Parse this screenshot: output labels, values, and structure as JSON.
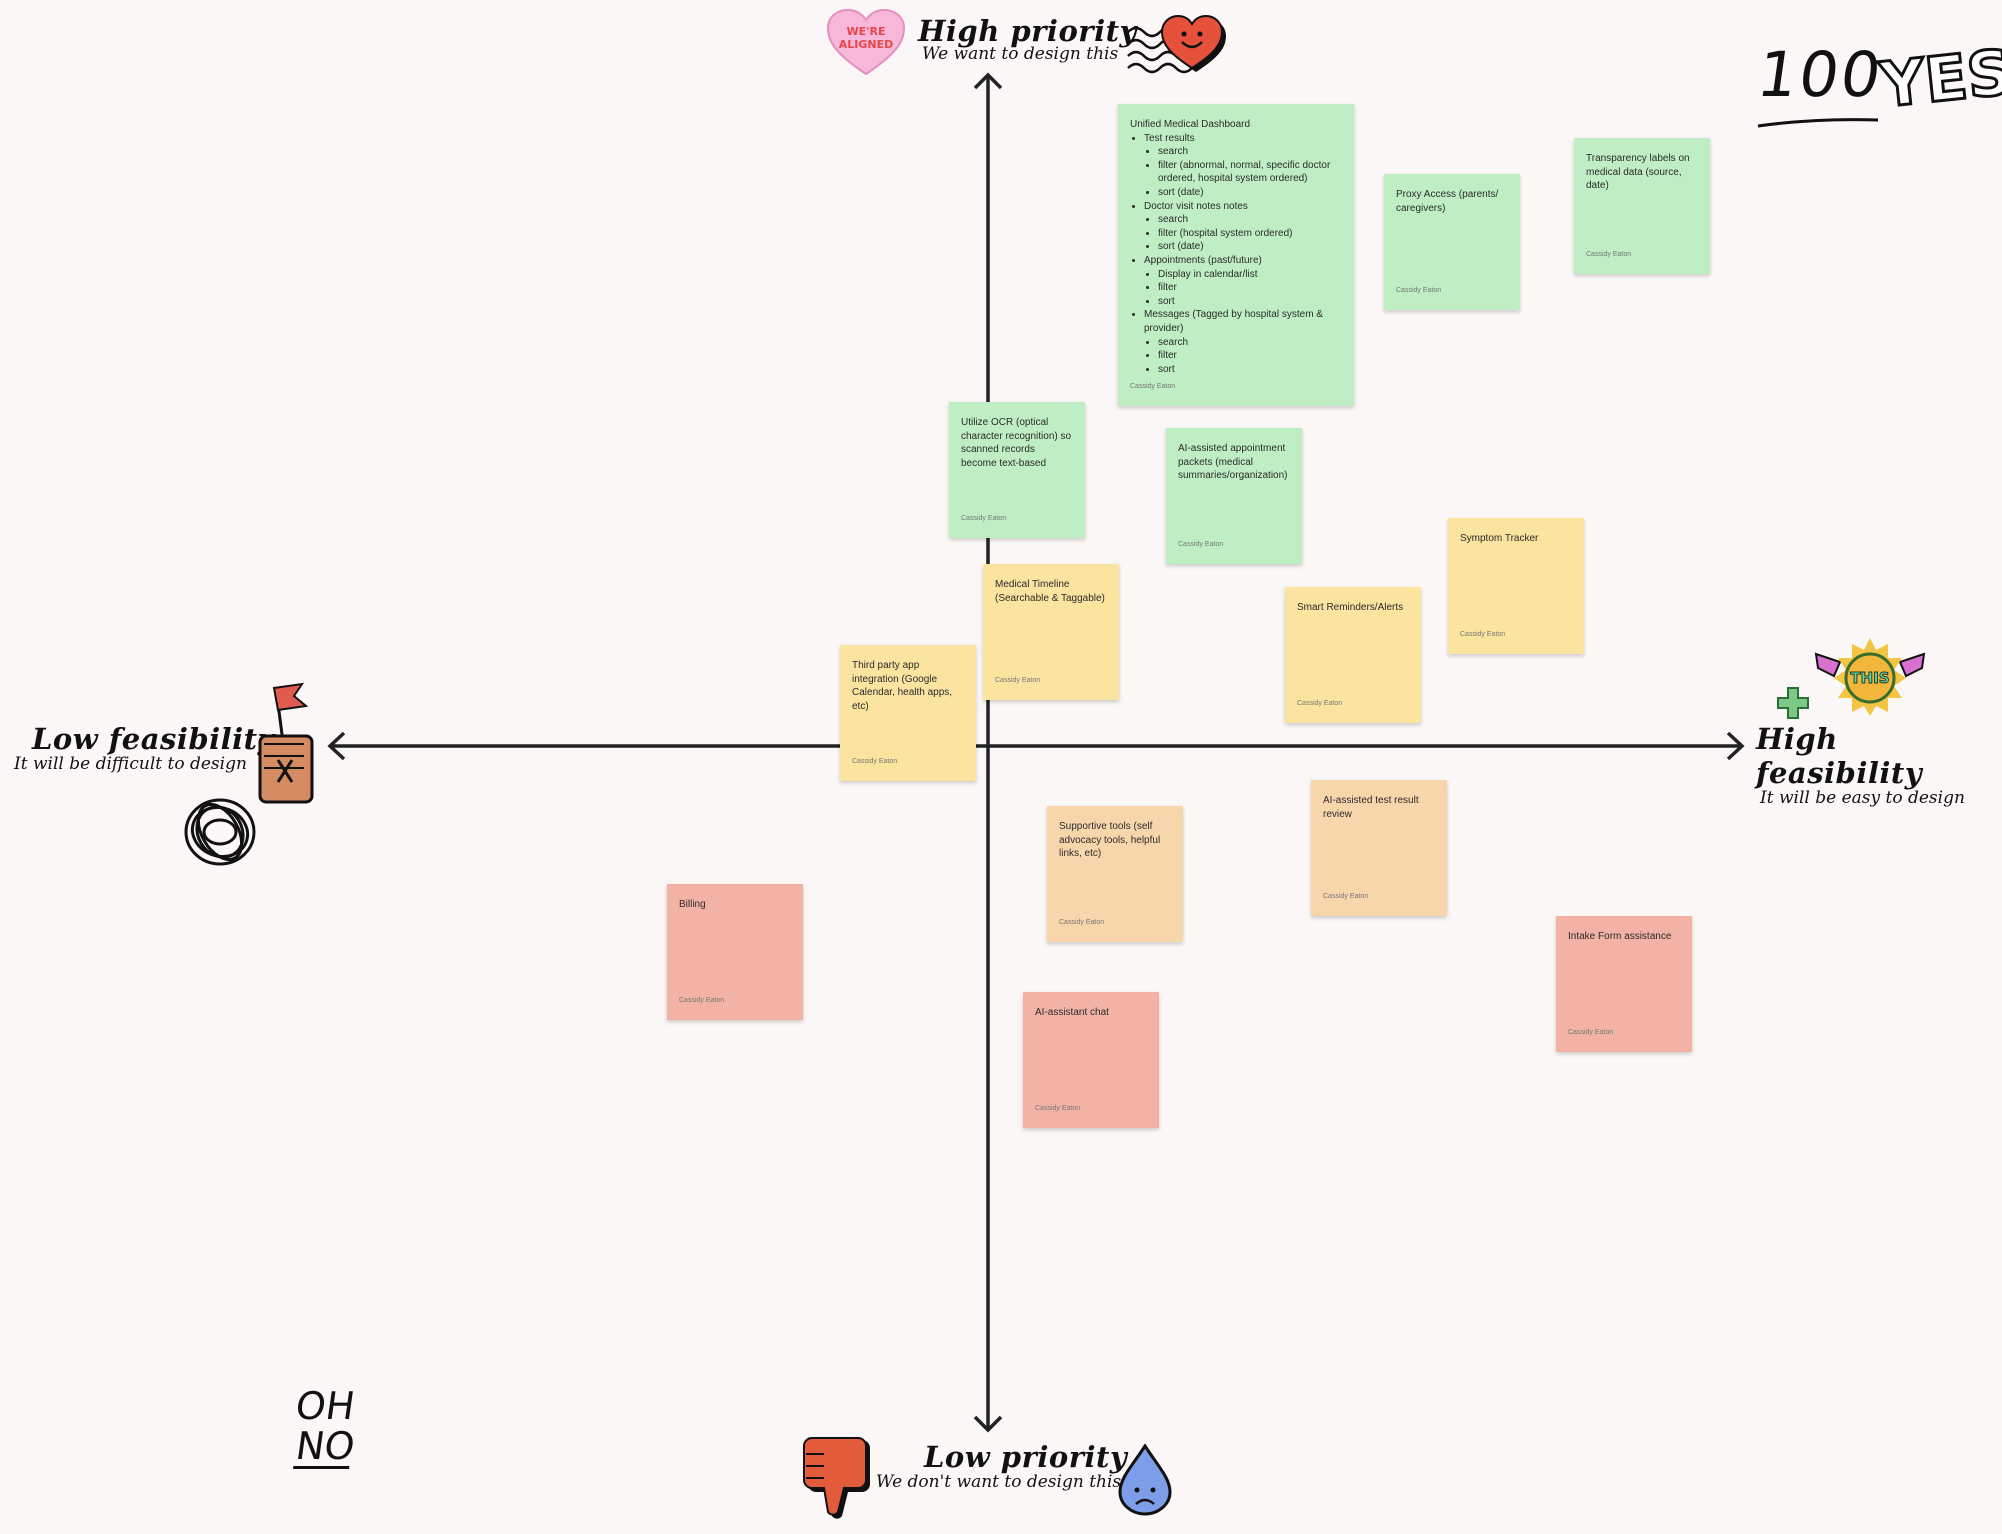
{
  "axes": {
    "top": {
      "title": "High priority",
      "subtitle": "We want to design this"
    },
    "bottom": {
      "title": "Low priority",
      "subtitle": "We don't want to design this"
    },
    "left": {
      "title": "Low feasibility",
      "subtitle": "It will be difficult to design"
    },
    "right": {
      "title": "High feasibility",
      "subtitle": "It will be easy to design"
    }
  },
  "stickers": {
    "aligned_heart": "WE'RE ALIGNED",
    "hundred_yes": {
      "number": "100",
      "word": "YES"
    },
    "oh_no": {
      "line1": "OH",
      "line2": "NO"
    },
    "this_badge": "THIS"
  },
  "notes": {
    "dashboard": {
      "title": "Unified Medical Dashboard",
      "items": [
        {
          "label": "Test results",
          "sub": [
            "search",
            "filter (abnormal, normal, specific doctor ordered, hospital system ordered)",
            "sort (date)"
          ]
        },
        {
          "label": "Doctor visit notes notes",
          "sub": [
            "search",
            "filter (hospital system ordered)",
            "sort (date)"
          ]
        },
        {
          "label": "Appointments (past/future)",
          "sub": [
            "Display in calendar/list",
            "filter",
            "sort"
          ]
        },
        {
          "label": "Messages (Tagged by hospital system & provider)",
          "sub": [
            "search",
            "filter",
            "sort"
          ]
        }
      ],
      "author": "Cassidy Eaton"
    },
    "proxy": {
      "text": "Proxy Access (parents/ caregivers)",
      "author": "Cassidy Eaton"
    },
    "transparency": {
      "text": "Transparency labels on medical data (source, date)",
      "author": "Cassidy Eaton"
    },
    "ocr": {
      "text": "Utilize OCR (optical character recognition) so scanned records become text-based",
      "author": "Cassidy Eaton"
    },
    "ai_packets": {
      "text": "AI-assisted appointment packets (medical summaries/organization)",
      "author": "Cassidy Eaton"
    },
    "timeline": {
      "text": "Medical Timeline (Searchable & Taggable)",
      "author": "Cassidy Eaton"
    },
    "symptom": {
      "text": "Symptom Tracker",
      "author": "Cassidy Eaton"
    },
    "reminders": {
      "text": "Smart Reminders/Alerts",
      "author": "Cassidy Eaton"
    },
    "third_party": {
      "text": "Third party app integration (Google Calendar, health apps, etc)",
      "author": "Cassidy Eaton"
    },
    "supportive": {
      "text": "Supportive tools (self advocacy tools, helpful links, etc)",
      "author": "Cassidy Eaton"
    },
    "ai_test": {
      "text": "AI-assisted test result review",
      "author": "Cassidy Eaton"
    },
    "billing": {
      "text": "Billing",
      "author": "Cassidy Eaton"
    },
    "ai_chat": {
      "text": "AI-assistant chat",
      "author": "Cassidy Eaton"
    },
    "intake": {
      "text": "Intake Form assistance",
      "author": "Cassidy Eaton"
    }
  },
  "colors": {
    "green": "#bfeec4",
    "yellow": "#fbe49f",
    "orange": "#f8d6ac",
    "pink": "#f3b2a6",
    "axis": "#222222"
  }
}
